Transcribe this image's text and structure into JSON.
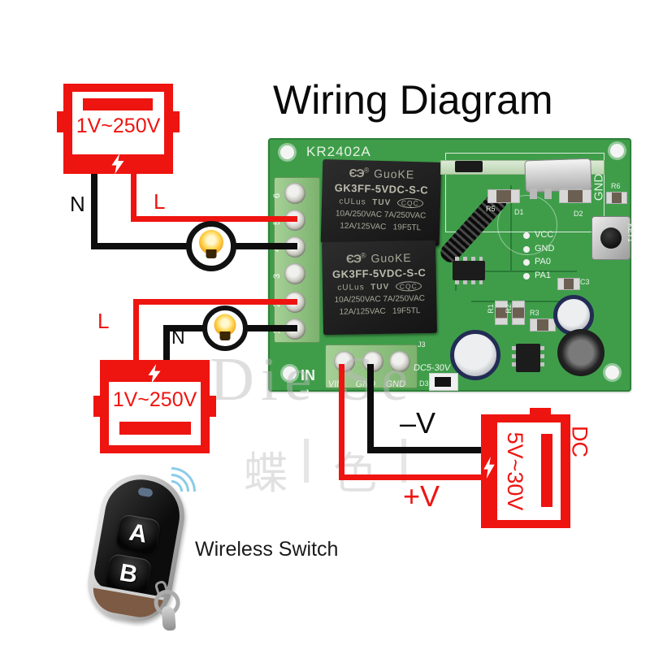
{
  "title": "Wiring Diagram",
  "watermark": {
    "brand": "Die Se",
    "cn1": "蝶",
    "cn2": "色"
  },
  "pcb": {
    "model": "KR2402A",
    "gnd_top": "GND",
    "key": "KEY1",
    "r6": "R6",
    "r5": "R5",
    "d1": "D1",
    "d2": "D2",
    "r1": "R1",
    "r2": "R2",
    "r3": "R3",
    "c3": "C3",
    "j3": "J3",
    "d3": "D3",
    "in_label": "IN",
    "in_arrow": "→",
    "bottom_terminals": [
      "VIN",
      "GND",
      "GND"
    ],
    "dc_range": "DC5-30V",
    "pins": [
      "VCC",
      "GND",
      "PA0",
      "PA1"
    ],
    "terminals": [
      "6",
      "5",
      "4",
      "3",
      "2",
      "1"
    ]
  },
  "relay": {
    "logo": "ЄЭ",
    "reg": "®",
    "brand": "GuoKE",
    "model": "GK3FF-5VDC-S-C",
    "cert_left": "cULus",
    "cert_mid": "TUV",
    "cert_right": "CQC",
    "rating1": "10A/250VAC 7A/250VAC",
    "rating2": "12A/125VAC",
    "code": "19F5TL"
  },
  "ac_source": {
    "label": "1V~250V"
  },
  "dc_source": {
    "label": "5V~30V",
    "caption": "DC"
  },
  "wires": {
    "n1": "N",
    "l1": "L",
    "l2": "L",
    "n2": "N",
    "neg": "–V",
    "pos": "+V"
  },
  "remote": {
    "a": "A",
    "b": "B",
    "caption": "Wireless Switch"
  },
  "colors": {
    "accent_red": "#ee1410",
    "pcb_green": "#3f9d4a",
    "wire_black": "#0d0d0d",
    "wave_blue": "#8ccbe9"
  }
}
